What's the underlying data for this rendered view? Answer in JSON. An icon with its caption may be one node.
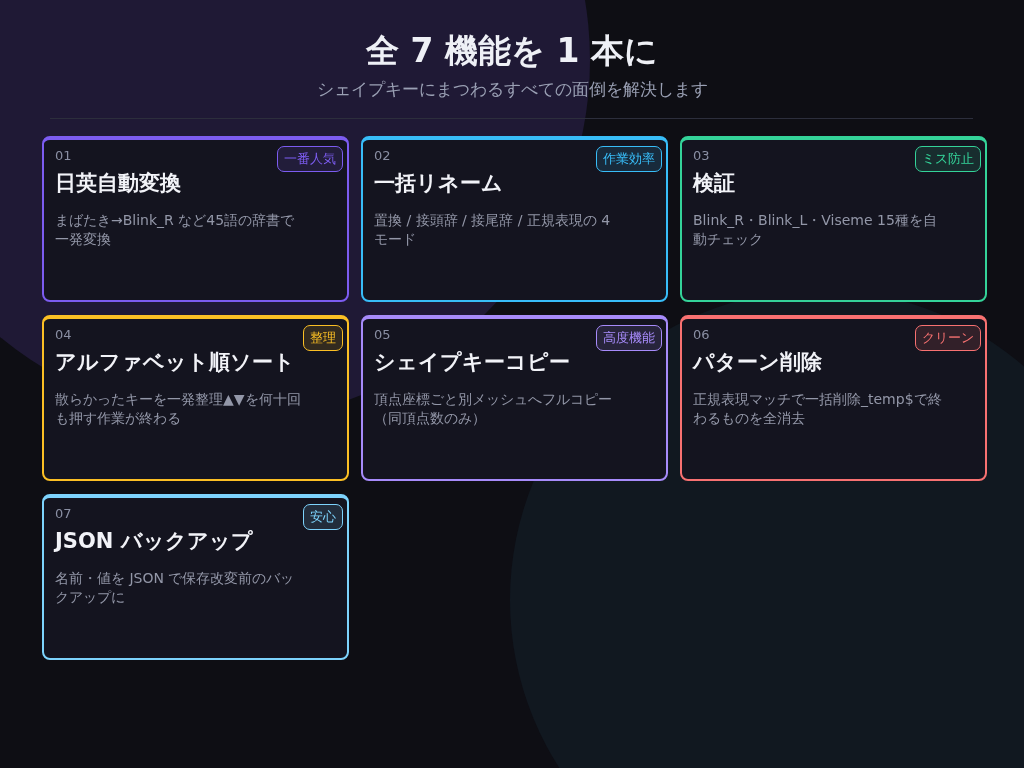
{
  "diagram": {
    "title": "全 7 機能を 1 本に",
    "caption": "シェイプキーにまつわるすべての面倒を解決します",
    "nodes": [
      {
        "text": [
          "01",
          "日英自動変換",
          "まばたき→Blink_R など45語の辞書で一発変換"
        ]
      },
      {
        "text": [
          "一番人気"
        ],
        "in": 0
      },
      {
        "text": [
          "02",
          "一括リネーム",
          "置換 / 接頭辞 / 接尾辞 / 正規表現の 4 モード"
        ]
      },
      {
        "text": [
          "作業効率"
        ],
        "in": 2
      },
      {
        "text": [
          "03",
          "検証",
          "Blink_R・Blink_L・Viseme 15種を自動チェック"
        ]
      },
      {
        "text": [
          "ミス防止"
        ],
        "in": 4
      },
      {
        "text": [
          "04",
          "アルファベット順ソート",
          "散らかったキーを一発整理▲▼を何十回も押す作業が終わる"
        ]
      },
      {
        "text": [
          "整理"
        ],
        "in": 6
      },
      {
        "text": [
          "05",
          "シェイプキーコピー",
          "頂点座標ごと別メッシュへフルコピー（同頂点数のみ）"
        ]
      },
      {
        "text": [
          "高度機能"
        ],
        "in": 8
      },
      {
        "text": [
          "06",
          "パターン削除",
          "正規表現マッチで一括削除_temp$で終わるものを全消去"
        ]
      },
      {
        "text": [
          "クリーン"
        ],
        "in": 10
      },
      {
        "text": [
          "07",
          "JSON バックアップ",
          "名前・値を JSON で保存改変前のバックアップに"
        ]
      },
      {
        "text": [
          "安心"
        ],
        "in": 12
      }
    ]
  }
}
